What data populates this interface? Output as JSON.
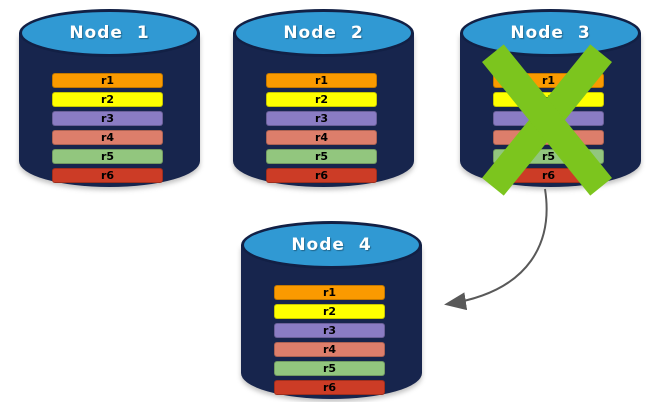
{
  "diagram": {
    "description": "Database replication failover diagram",
    "rows": [
      "r1",
      "r2",
      "r3",
      "r4",
      "r5",
      "r6"
    ],
    "row_colors": [
      "#FA9A00",
      "#FFFF00",
      "#8A7CC4",
      "#DD7E6B",
      "#92C67E",
      "#CC3C26"
    ],
    "nodes": [
      {
        "label": "Node 1",
        "failed": false
      },
      {
        "label": "Node 2",
        "failed": false
      },
      {
        "label": "Node 3",
        "failed": true
      },
      {
        "label": "Node 4",
        "failed": false
      }
    ],
    "icons": {
      "failure": "x-mark-icon",
      "failover": "curved-arrow-icon"
    },
    "colors": {
      "cylinder_body": "#17254D",
      "cylinder_top": "#3099D3",
      "cylinder_border": "#122045",
      "x_mark": "#7CC51E",
      "arrow": "#595959",
      "title_text": "#ffffff",
      "row_text": "#000000"
    }
  }
}
